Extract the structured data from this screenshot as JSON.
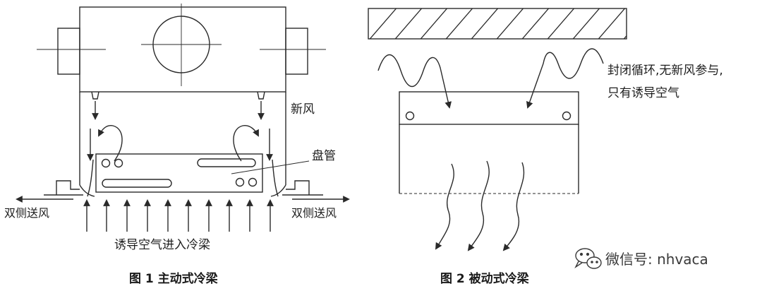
{
  "figure1": {
    "caption": "图 1  主动式冷梁",
    "label_fresh_air": "新风",
    "label_coil": "盘管",
    "label_supply_left": "双侧送风",
    "label_supply_right": "双侧送风",
    "label_induced": "诱导空气进入冷梁"
  },
  "figure2": {
    "caption": "图 2  被动式冷梁",
    "note_line1": "封闭循环,无新风参与,",
    "note_line2": "只有诱导空气"
  },
  "watermark": {
    "text": "微信号: nhvaca",
    "icon": "wechat-icon"
  },
  "colors": {
    "ink": "#2a2a2a",
    "background": "#ffffff"
  }
}
